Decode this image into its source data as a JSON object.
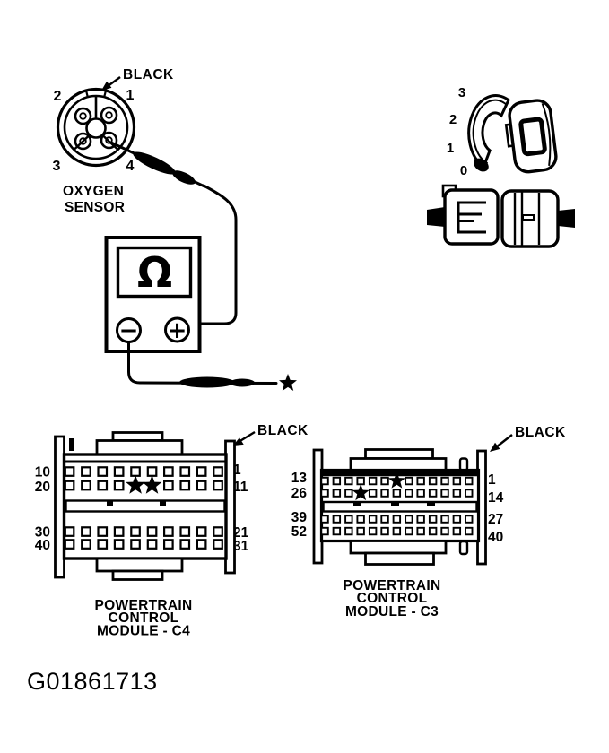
{
  "figure_id": "G01861713",
  "oxygen_sensor": {
    "caption": [
      "OXYGEN",
      "SENSOR"
    ],
    "wire_color": "BLACK",
    "pin_labels": {
      "top_left": "2",
      "top_right": "1",
      "bottom_left": "3",
      "bottom_right": "4"
    }
  },
  "harness_connector": {
    "terminal_labels": [
      "3",
      "2",
      "1",
      "0"
    ]
  },
  "ohmmeter": {
    "display_symbol": "Ω",
    "negative_terminal": "−",
    "positive_terminal": "+"
  },
  "pcm_c4": {
    "caption": [
      "POWERTRAIN",
      "CONTROL",
      "MODULE - C4"
    ],
    "wire_color": "BLACK",
    "row_start_labels_left": [
      "10",
      "20",
      "30",
      "40"
    ],
    "row_end_labels_right": [
      "1",
      "11",
      "21",
      "31"
    ],
    "pins_per_row": 10,
    "rows": 4,
    "starred_pins": [
      {
        "row": 2,
        "positions_from_left": [
          5,
          6
        ]
      }
    ]
  },
  "pcm_c3": {
    "caption": [
      "POWERTRAIN",
      "CONTROL",
      "MODULE - C3"
    ],
    "wire_color": "BLACK",
    "row_start_labels_left": [
      "13",
      "26",
      "39",
      "52"
    ],
    "row_end_labels_right": [
      "1",
      "14",
      "27",
      "40"
    ],
    "pins_per_row": 13,
    "rows": 4,
    "starred_pins": [
      {
        "row": 1,
        "positions_from_left": [
          7
        ]
      },
      {
        "row": 2,
        "positions_from_left": [
          4
        ]
      }
    ]
  },
  "colors": {
    "ink": "#000000",
    "paper": "#ffffff"
  }
}
